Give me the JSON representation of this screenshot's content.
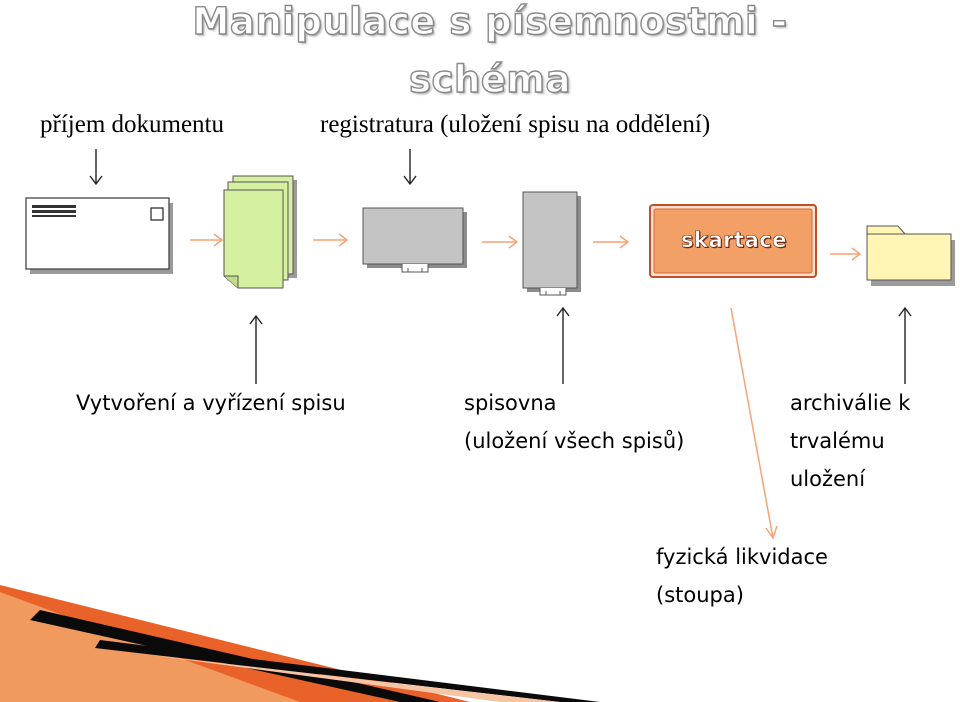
{
  "title": {
    "line1": "Manipulace s písemnostmi -",
    "line2": "schéma"
  },
  "top_labels": {
    "receipt": "příjem dokumentu",
    "registry": "registratura (uložení spisu na oddělení)"
  },
  "bottom_labels": {
    "creation": "Vytvoření a vyřízení spisu",
    "archive_store": [
      "spisovna",
      "(uložení všech spisů)"
    ],
    "archival": [
      "archiválie k",
      "trvalému",
      "uložení"
    ],
    "destruction": [
      "fyzická likvidace",
      "(stoupa)"
    ]
  },
  "nodes": {
    "envelope": "envelope-icon",
    "document_stack": "document-stack-icon",
    "drawer_horizontal": "drawer-icon",
    "cabinet_vertical": "filing-cabinet-icon",
    "shredding": "skartace",
    "folder": "folder-icon"
  },
  "colors": {
    "arrow_accent": "#f4a476",
    "skartace_fill": "#f2a065",
    "skartace_border": "#c0502a",
    "document_fill": "#d5f0a0",
    "drawer_fill": "#c4c4c4",
    "folder_fill": "#fff6b5",
    "title_outline": "#8a8a8a"
  }
}
